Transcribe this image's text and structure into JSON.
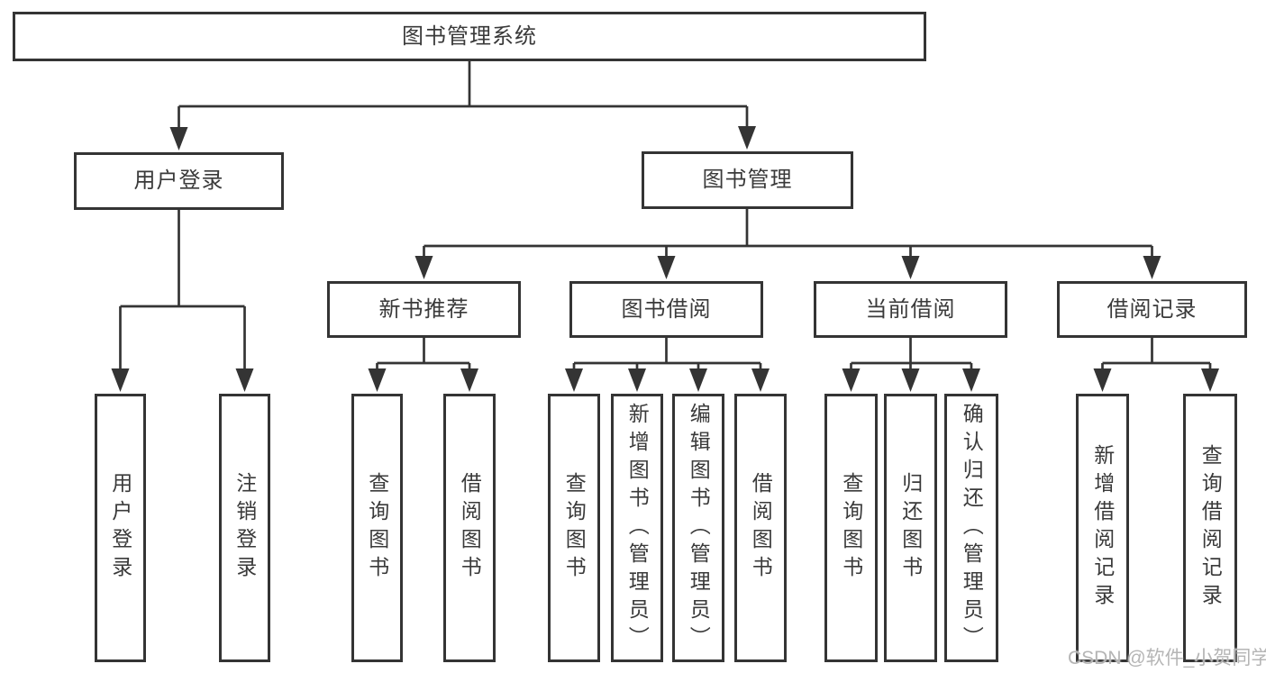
{
  "nodes": {
    "root": {
      "label": "图书管理系统"
    },
    "children": [
      {
        "id": "user-login",
        "label": "用户登录",
        "children": [
          {
            "label": "用户登录"
          },
          {
            "label": "注销登录"
          }
        ]
      },
      {
        "id": "book-management",
        "label": "图书管理",
        "children": [
          {
            "id": "new-book-recommend",
            "label": "新书推荐",
            "children": [
              {
                "label": "查询图书"
              },
              {
                "label": "借阅图书"
              }
            ]
          },
          {
            "id": "book-borrowing",
            "label": "图书借阅",
            "children": [
              {
                "label": "查询图书"
              },
              {
                "label": "新增图书（管理员）"
              },
              {
                "label": "编辑图书（管理员）"
              },
              {
                "label": "借阅图书"
              }
            ]
          },
          {
            "id": "current-borrowing",
            "label": "当前借阅",
            "children": [
              {
                "label": "查询图书"
              },
              {
                "label": "归还图书"
              },
              {
                "label": "确认归还（管理员）"
              }
            ]
          },
          {
            "id": "borrowing-records",
            "label": "借阅记录",
            "children": [
              {
                "label": "新增借阅记录"
              },
              {
                "label": "查询借阅记录"
              }
            ]
          }
        ]
      }
    ]
  },
  "watermark": {
    "text": "CSDN @软件_小贺同学"
  },
  "colors": {
    "line": "#343434",
    "box_border": "#343434",
    "text": "#3a3a3a",
    "background": "#ffffff",
    "watermark": "#b5b5b5"
  }
}
